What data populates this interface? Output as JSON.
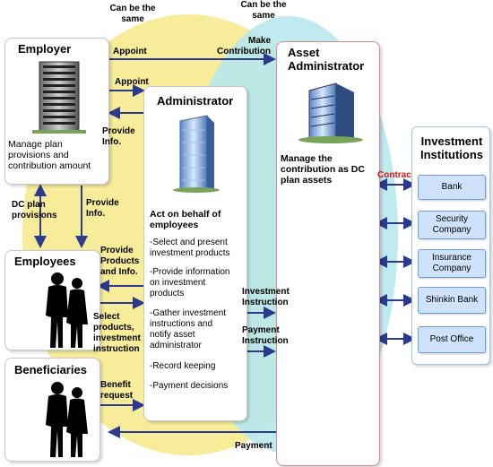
{
  "same_labels": {
    "left": "Can be the\nsame",
    "right": "Can be the\nsame"
  },
  "employer": {
    "title": "Employer",
    "desc": "Manage plan\nprovisions and\ncontribution amount"
  },
  "administrator": {
    "title": "Administrator",
    "heading": "Act on behalf of\nemployees",
    "items": [
      "-Select and present\ninvestment products",
      "-Provide information\non investment\nproducts",
      "-Gather investment\ninstructions and\nnotify asset\nadministrator",
      "-Record keeping",
      "-Payment decisions"
    ]
  },
  "asset_admin": {
    "title": "Asset\nAdministrator",
    "desc": "Manage the\ncontribution as DC\nplan assets"
  },
  "employees": {
    "title": "Employees"
  },
  "beneficiaries": {
    "title": "Beneficiaries"
  },
  "institutions": {
    "title": "Investment\nInstitutions",
    "items": [
      "Bank",
      "Security\nCompany",
      "Insurance\nCompany",
      "Shinkin Bank",
      "Post Office"
    ]
  },
  "arrows": {
    "appoint_top": "Appoint",
    "make_contribution": "Make\nContribution",
    "appoint_mid": "Appoint",
    "provide_info_left": "Provide\nInfo.",
    "dc_plan_provisions": "DC plan\nprovisions",
    "provide_info_down": "Provide\nInfo.",
    "provide_products": "Provide\nProducts\nand Info.",
    "select_products": "Select\nproducts,\ninvestment\ninstruction",
    "benefit_request": "Benefit\nrequest",
    "investment_instruction": "Investment\nInstruction",
    "payment_instruction": "Payment\nInstruction",
    "payment": "Payment",
    "contract": "Contract"
  },
  "colors": {
    "arrow": "#2b3a8c",
    "contract": "#e01010",
    "ellipse_left": "#f6ec9a",
    "ellipse_right": "#b8e8ee"
  }
}
